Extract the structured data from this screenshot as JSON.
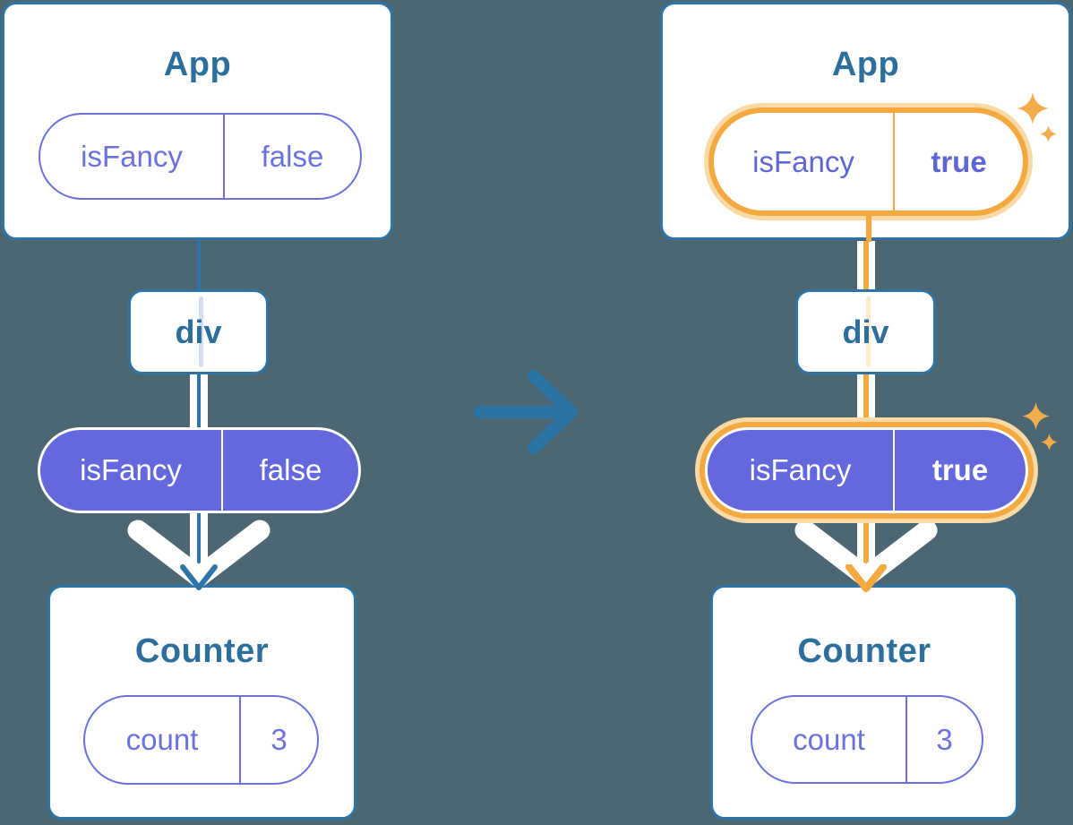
{
  "colors": {
    "background": "#4C6772",
    "line_blue": "#2E74A6",
    "text_blue": "#2C6E9C",
    "purple_fill": "#6468DC",
    "purple_text": "#6B72DC",
    "orange": "#F3A93F",
    "orange_light": "#F9D9A5",
    "sparkle": "#F2AC4C"
  },
  "left": {
    "app": {
      "title": "App",
      "prop": {
        "name": "isFancy",
        "value": "false"
      }
    },
    "div": {
      "label": "div"
    },
    "props_pill": {
      "name": "isFancy",
      "value": "false"
    },
    "counter": {
      "title": "Counter",
      "state": {
        "name": "count",
        "value": "3"
      }
    }
  },
  "right": {
    "app": {
      "title": "App",
      "prop": {
        "name": "isFancy",
        "value": "true"
      }
    },
    "div": {
      "label": "div"
    },
    "props_pill": {
      "name": "isFancy",
      "value": "true"
    },
    "counter": {
      "title": "Counter",
      "state": {
        "name": "count",
        "value": "3"
      }
    }
  }
}
